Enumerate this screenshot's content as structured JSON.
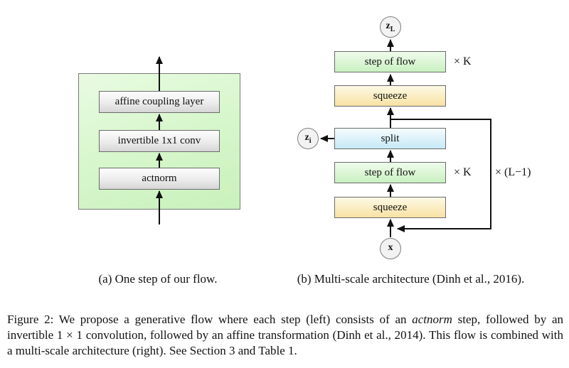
{
  "colors": {
    "panel_green": "#d5f6ca",
    "box_gray": "#e0e0e0",
    "step_green": "#d8f3d0",
    "squeeze_yellow": "#f9e8b8",
    "split_blue": "#d4eef9",
    "border_gray": "#6b6b6b",
    "arrow_black": "#111111"
  },
  "panel_a": {
    "caption": "(a) One step of our flow.",
    "boxes": [
      "affine coupling layer",
      "invertible 1x1 conv",
      "actnorm"
    ]
  },
  "panel_b": {
    "caption": "(b) Multi-scale architecture (Dinh et al., 2016).",
    "boxes": [
      "step of flow",
      "squeeze",
      "split",
      "step of flow",
      "squeeze"
    ],
    "nodes": {
      "top": {
        "main": "z",
        "sub": "L"
      },
      "side": {
        "main": "z",
        "sub": "i"
      },
      "bottom": {
        "main": "x",
        "sub": ""
      }
    },
    "multipliers": {
      "top": "× K",
      "middle": "× K",
      "loop": "× (L−1)"
    }
  },
  "figure_caption": {
    "prefix": "Figure 2: We propose a generative flow where each step (left) consists of an ",
    "italic": "actnorm",
    "suffix": " step, followed by an invertible 1 × 1 convolution, followed by an affine transformation (Dinh et al., 2014). This flow is combined with a multi-scale architecture (right). See Section 3 and Table 1."
  }
}
